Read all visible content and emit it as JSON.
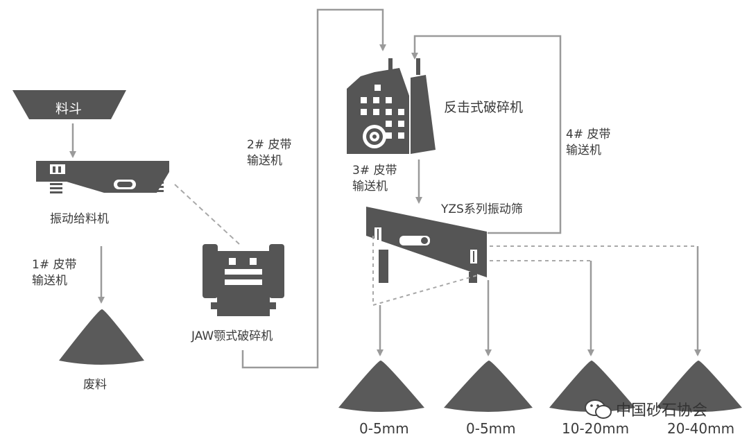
{
  "labels": {
    "hopper": "料斗",
    "feeder": "振动给料机",
    "belt1_line1": "1# 皮带",
    "belt1_line2": "输送机",
    "waste": "废料",
    "jaw_crusher": "JAW颚式破碎机",
    "belt2_line1": "2# 皮带",
    "belt2_line2": "输送机",
    "impact_crusher": "反击式破碎机",
    "belt3_line1": "3# 皮带",
    "belt3_line2": "输送机",
    "screen": "YZS系列振动筛",
    "belt4_line1": "4# 皮带",
    "belt4_line2": "输送机"
  },
  "products": [
    "0-5mm",
    "0-5mm",
    "10-20mm",
    "20-40mm"
  ],
  "watermark": "中国砂石协会",
  "colors": {
    "machine": "#555555",
    "arrow": "#9a9a9a",
    "pile": "#5a5a5a",
    "dashed": "#a8a8a8"
  }
}
